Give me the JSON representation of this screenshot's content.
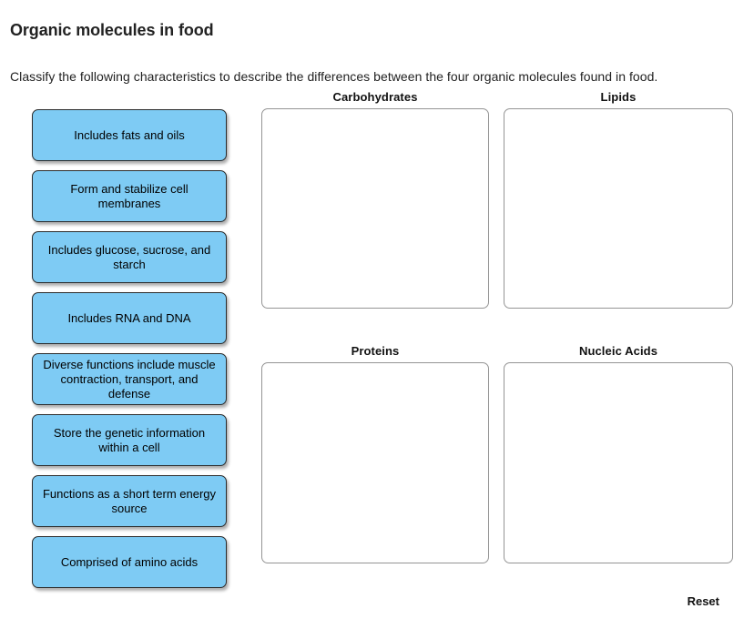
{
  "page": {
    "title": "Organic molecules in food",
    "instructions": "Classify the following characteristics to describe the differences between the four organic molecules found in food."
  },
  "tile_bank": {
    "tiles": [
      {
        "label": "Includes fats and oils"
      },
      {
        "label": "Form and stabilize cell membranes"
      },
      {
        "label": "Includes glucose, sucrose, and starch"
      },
      {
        "label": "Includes RNA and DNA"
      },
      {
        "label": "Diverse functions include muscle contraction, transport, and defense"
      },
      {
        "label": "Store the genetic information within a cell"
      },
      {
        "label": "Functions as a short term energy source"
      },
      {
        "label": "Comprised of amino acids"
      }
    ]
  },
  "drop_zones": [
    {
      "title": "Carbohydrates",
      "items": []
    },
    {
      "title": "Lipids",
      "items": []
    },
    {
      "title": "Proteins",
      "items": []
    },
    {
      "title": "Nucleic Acids",
      "items": []
    }
  ],
  "controls": {
    "reset_label": "Reset"
  },
  "colors": {
    "tile_fill": "#7ecbf4",
    "tile_border": "#2b2b2b",
    "zone_border": "#949494",
    "text": "#111111",
    "background": "#ffffff"
  }
}
